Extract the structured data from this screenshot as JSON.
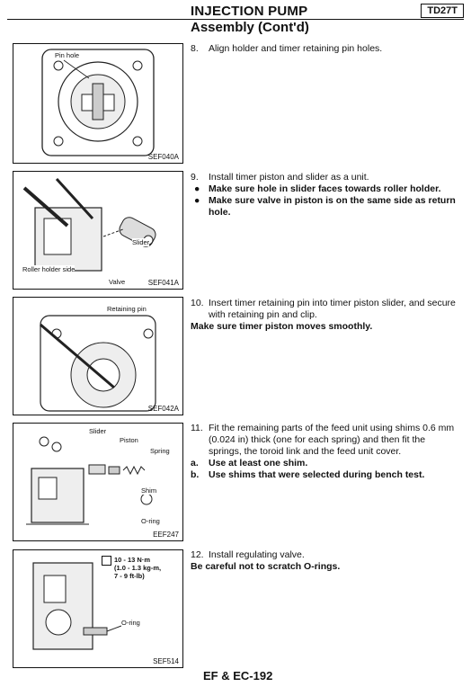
{
  "header": {
    "title": "INJECTION PUMP",
    "code": "TD27T",
    "subtitle": "Assembly (Cont'd)"
  },
  "figures": [
    {
      "code": "SEF040A",
      "labels": [
        "Pin hole"
      ]
    },
    {
      "code": "SEF041A",
      "labels": [
        "Slider",
        "Roller holder side",
        "Valve"
      ]
    },
    {
      "code": "SEF042A",
      "labels": [
        "Retaining pin"
      ]
    },
    {
      "code": "EEF247",
      "labels": [
        "Slider",
        "Piston",
        "Spring",
        "Shim",
        "O-ring"
      ]
    },
    {
      "code": "SEF514",
      "labels": [
        "O-ring"
      ],
      "torque": [
        "10 - 13 N·m",
        "(1.0 - 1.3 kg-m,",
        "7 - 9 ft-lb)"
      ]
    }
  ],
  "steps": {
    "s8": {
      "num": "8.",
      "text": "Align holder and timer retaining pin holes."
    },
    "s9": {
      "num": "9.",
      "text": "Install timer piston and slider as a unit.",
      "bullets": [
        "Make sure hole in slider faces towards roller holder.",
        "Make sure valve in piston is on the same side as return hole."
      ]
    },
    "s10": {
      "num": "10.",
      "text": "Insert timer retaining pin into timer piston slider, and secure with retaining pin and clip.",
      "note": "Make sure timer piston moves smoothly."
    },
    "s11": {
      "num": "11.",
      "text": "Fit the remaining parts of the feed unit using shims 0.6 mm (0.024 in) thick (one for each spring) and then fit the springs, the toroid link and the feed unit cover.",
      "items": [
        {
          "mark": "a.",
          "text": "Use at least one shim."
        },
        {
          "mark": "b.",
          "text": "Use shims that were selected during bench test."
        }
      ]
    },
    "s12": {
      "num": "12.",
      "text": "Install regulating valve.",
      "note": "Be careful not to scratch O-rings."
    }
  },
  "footer": "EF & EC-192"
}
